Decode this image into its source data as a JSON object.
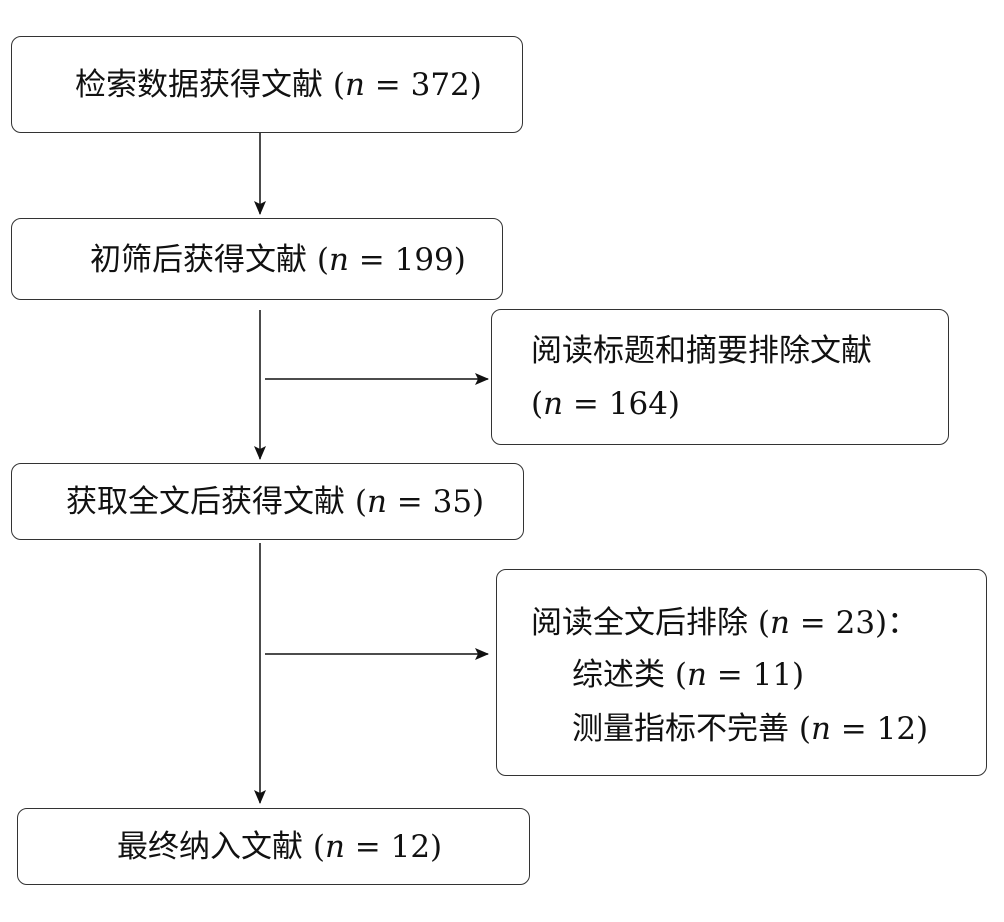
{
  "flow": {
    "search": {
      "text": "检索数据获得文献 (",
      "n_label": "n",
      "rest": " = 372)"
    },
    "initial_screen": {
      "text": "初筛后获得文献 (",
      "n_label": "n",
      "rest": " = 199)"
    },
    "exclude_title_abstract": {
      "line1": "阅读标题和摘要排除文献",
      "line2_open": "(",
      "n_label": "n",
      "line2_rest": " = 164)"
    },
    "full_text": {
      "text": "获取全文后获得文献 (",
      "n_label": "n",
      "rest": " = 35)"
    },
    "exclude_full_text": {
      "line1": "阅读全文后排除 (",
      "line1_n": "n",
      "line1_rest": " = 23)：",
      "reasons": [
        {
          "text": "综述类 (",
          "n_label": "n",
          "rest": " = 11)"
        },
        {
          "text": "测量指标不完善 (",
          "n_label": "n",
          "rest": " = 12)"
        }
      ]
    },
    "final": {
      "text": "最终纳入文献 (",
      "n_label": "n",
      "rest": " = 12)"
    }
  }
}
